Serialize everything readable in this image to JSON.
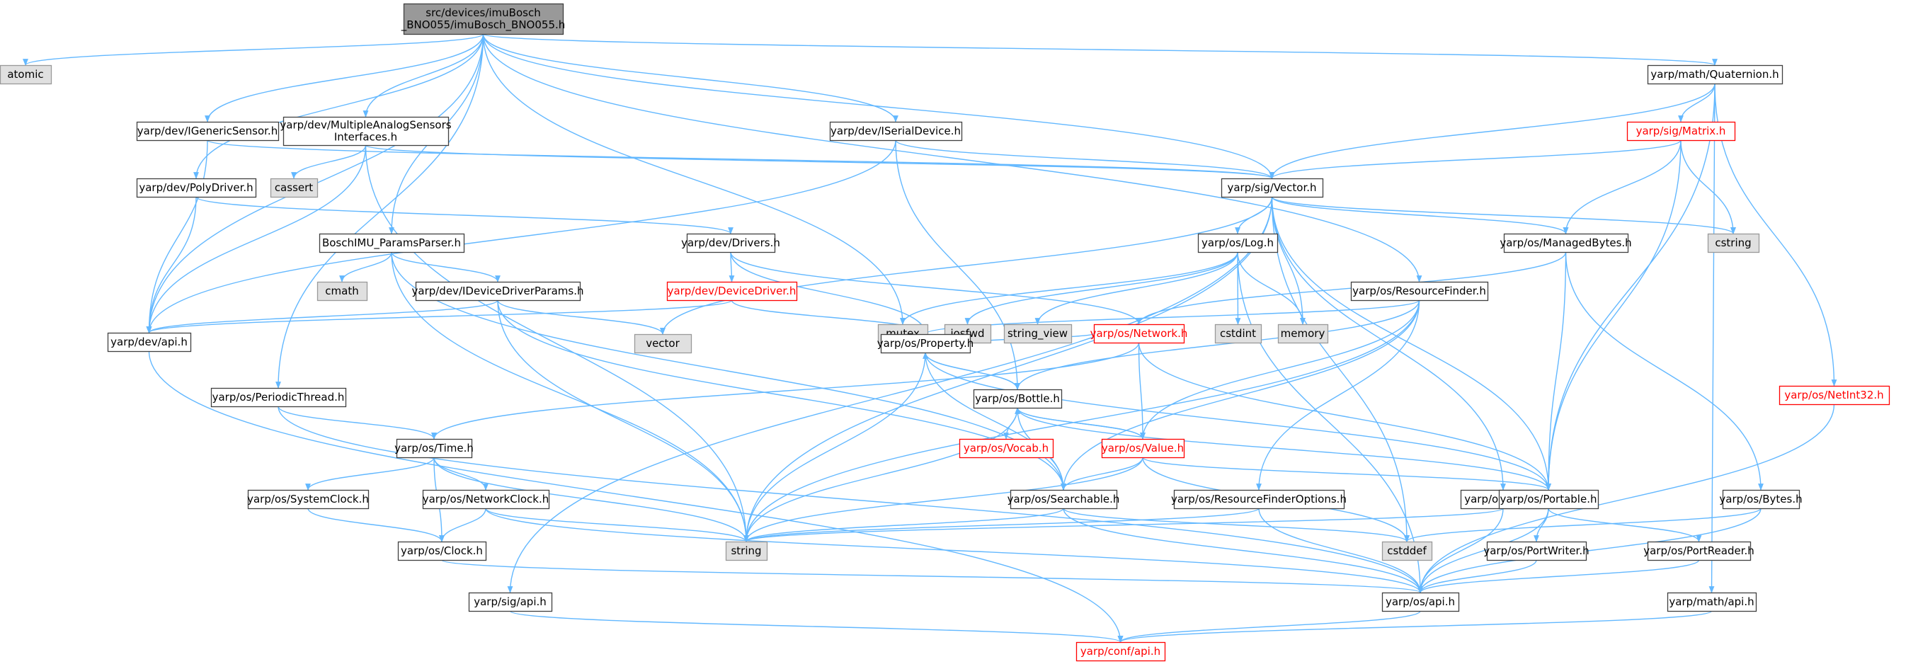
{
  "colors": {
    "edge": "#63b8ff",
    "root_fill": "#999999",
    "default_border": "#404040",
    "red_border": "#ff0000",
    "red_text": "#ff0000",
    "gray_fill": "#e0e0e0",
    "gray_border": "#999999",
    "white_fill": "#ffffff",
    "text": "#000000"
  },
  "nodes": [
    {
      "id": "root",
      "lines": [
        "src/devices/imuBosch",
        "_BNO055/imuBosch_BNO055.h"
      ],
      "style": "root"
    },
    {
      "id": "atomic",
      "lines": [
        "atomic"
      ],
      "style": "gray"
    },
    {
      "id": "igs",
      "lines": [
        "yarp/dev/IGenericSensor.h"
      ],
      "style": "normal"
    },
    {
      "id": "masi",
      "lines": [
        "yarp/dev/MultipleAnalogSensors",
        "Interfaces.h"
      ],
      "style": "normal"
    },
    {
      "id": "isd",
      "lines": [
        "yarp/dev/ISerialDevice.h"
      ],
      "style": "normal"
    },
    {
      "id": "quat",
      "lines": [
        "yarp/math/Quaternion.h"
      ],
      "style": "normal"
    },
    {
      "id": "matrix",
      "lines": [
        "yarp/sig/Matrix.h"
      ],
      "style": "red"
    },
    {
      "id": "cassert",
      "lines": [
        "cassert"
      ],
      "style": "gray"
    },
    {
      "id": "polydrv",
      "lines": [
        "yarp/dev/PolyDriver.h"
      ],
      "style": "normal"
    },
    {
      "id": "vector",
      "lines": [
        "yarp/sig/Vector.h"
      ],
      "style": "normal"
    },
    {
      "id": "cstring",
      "lines": [
        "cstring"
      ],
      "style": "gray"
    },
    {
      "id": "bpp",
      "lines": [
        "BoschIMU_ParamsParser.h"
      ],
      "style": "normal"
    },
    {
      "id": "drivers",
      "lines": [
        "yarp/dev/Drivers.h"
      ],
      "style": "normal"
    },
    {
      "id": "log",
      "lines": [
        "yarp/os/Log.h"
      ],
      "style": "normal"
    },
    {
      "id": "managed",
      "lines": [
        "yarp/os/ManagedBytes.h"
      ],
      "style": "normal"
    },
    {
      "id": "cmath",
      "lines": [
        "cmath"
      ],
      "style": "gray"
    },
    {
      "id": "iddp",
      "lines": [
        "yarp/dev/IDeviceDriverParams.h"
      ],
      "style": "normal"
    },
    {
      "id": "devdrv",
      "lines": [
        "yarp/dev/DeviceDriver.h"
      ],
      "style": "red"
    },
    {
      "id": "mutex",
      "lines": [
        "mutex"
      ],
      "style": "gray"
    },
    {
      "id": "iosfwd",
      "lines": [
        "iosfwd"
      ],
      "style": "gray"
    },
    {
      "id": "strview",
      "lines": [
        "string_view"
      ],
      "style": "gray"
    },
    {
      "id": "network",
      "lines": [
        "yarp/os/Network.h"
      ],
      "style": "red"
    },
    {
      "id": "cstdint",
      "lines": [
        "cstdint"
      ],
      "style": "gray"
    },
    {
      "id": "memory",
      "lines": [
        "memory"
      ],
      "style": "gray"
    },
    {
      "id": "resfinder",
      "lines": [
        "yarp/os/ResourceFinder.h"
      ],
      "style": "normal"
    },
    {
      "id": "devapi",
      "lines": [
        "yarp/dev/api.h"
      ],
      "style": "normal"
    },
    {
      "id": "vectorstd",
      "lines": [
        "vector"
      ],
      "style": "gray"
    },
    {
      "id": "property",
      "lines": [
        "yarp/os/Property.h"
      ],
      "style": "normal"
    },
    {
      "id": "netint32",
      "lines": [
        "yarp/os/NetInt32.h"
      ],
      "style": "red"
    },
    {
      "id": "periodic",
      "lines": [
        "yarp/os/PeriodicThread.h"
      ],
      "style": "normal"
    },
    {
      "id": "bottle",
      "lines": [
        "yarp/os/Bottle.h"
      ],
      "style": "normal"
    },
    {
      "id": "time",
      "lines": [
        "yarp/os/Time.h"
      ],
      "style": "normal"
    },
    {
      "id": "vocab",
      "lines": [
        "yarp/os/Vocab.h"
      ],
      "style": "red"
    },
    {
      "id": "value",
      "lines": [
        "yarp/os/Value.h"
      ],
      "style": "red"
    },
    {
      "id": "sysclock",
      "lines": [
        "yarp/os/SystemClock.h"
      ],
      "style": "normal"
    },
    {
      "id": "netclock",
      "lines": [
        "yarp/os/NetworkClock.h"
      ],
      "style": "normal"
    },
    {
      "id": "searchable",
      "lines": [
        "yarp/os/Searchable.h"
      ],
      "style": "normal"
    },
    {
      "id": "rfopts",
      "lines": [
        "yarp/os/ResourceFinderOptions.h"
      ],
      "style": "normal"
    },
    {
      "id": "type",
      "lines": [
        "yarp/os/Type.h"
      ],
      "style": "normal"
    },
    {
      "id": "portable",
      "lines": [
        "yarp/os/Portable.h"
      ],
      "style": "normal"
    },
    {
      "id": "bytes",
      "lines": [
        "yarp/os/Bytes.h"
      ],
      "style": "normal"
    },
    {
      "id": "string",
      "lines": [
        "string"
      ],
      "style": "gray"
    },
    {
      "id": "cstddef",
      "lines": [
        "cstddef"
      ],
      "style": "gray"
    },
    {
      "id": "clock",
      "lines": [
        "yarp/os/Clock.h"
      ],
      "style": "normal"
    },
    {
      "id": "portwriter",
      "lines": [
        "yarp/os/PortWriter.h"
      ],
      "style": "normal"
    },
    {
      "id": "portreader",
      "lines": [
        "yarp/os/PortReader.h"
      ],
      "style": "normal"
    },
    {
      "id": "osapi",
      "lines": [
        "yarp/os/api.h"
      ],
      "style": "normal"
    },
    {
      "id": "sigapi",
      "lines": [
        "yarp/sig/api.h"
      ],
      "style": "normal"
    },
    {
      "id": "mathapi",
      "lines": [
        "yarp/math/api.h"
      ],
      "style": "normal"
    },
    {
      "id": "confapi",
      "lines": [
        "yarp/conf/api.h"
      ],
      "style": "red"
    }
  ],
  "edges": [
    [
      "root",
      "atomic"
    ],
    [
      "root",
      "igs"
    ],
    [
      "root",
      "masi"
    ],
    [
      "root",
      "isd"
    ],
    [
      "root",
      "quat"
    ],
    [
      "root",
      "polydrv"
    ],
    [
      "root",
      "vector"
    ],
    [
      "root",
      "bpp"
    ],
    [
      "root",
      "mutex"
    ],
    [
      "root",
      "resfinder"
    ],
    [
      "root",
      "periodic"
    ],
    [
      "root",
      "devapi"
    ],
    [
      "quat",
      "matrix"
    ],
    [
      "quat",
      "vector"
    ],
    [
      "quat",
      "portable"
    ],
    [
      "quat",
      "netint32"
    ],
    [
      "quat",
      "mathapi"
    ],
    [
      "matrix",
      "vector"
    ],
    [
      "matrix",
      "cstring"
    ],
    [
      "matrix",
      "managed"
    ],
    [
      "matrix",
      "portable"
    ],
    [
      "masi",
      "cassert"
    ],
    [
      "masi",
      "vector"
    ],
    [
      "masi",
      "devapi"
    ],
    [
      "masi",
      "string"
    ],
    [
      "igs",
      "devapi"
    ],
    [
      "igs",
      "vector"
    ],
    [
      "isd",
      "vector"
    ],
    [
      "isd",
      "bottle"
    ],
    [
      "isd",
      "devapi"
    ],
    [
      "polydrv",
      "drivers"
    ],
    [
      "polydrv",
      "devapi"
    ],
    [
      "vector",
      "log"
    ],
    [
      "vector",
      "managed"
    ],
    [
      "vector",
      "cstring"
    ],
    [
      "vector",
      "memory"
    ],
    [
      "vector",
      "type"
    ],
    [
      "vector",
      "portable"
    ],
    [
      "vector",
      "cstddef"
    ],
    [
      "vector",
      "string"
    ],
    [
      "vector",
      "vectorstd"
    ],
    [
      "vector",
      "sigapi"
    ],
    [
      "bpp",
      "cmath"
    ],
    [
      "bpp",
      "iddp"
    ],
    [
      "bpp",
      "string"
    ],
    [
      "bpp",
      "searchable"
    ],
    [
      "drivers",
      "devdrv"
    ],
    [
      "drivers",
      "property"
    ],
    [
      "drivers",
      "network"
    ],
    [
      "log",
      "mutex"
    ],
    [
      "log",
      "iosfwd"
    ],
    [
      "log",
      "strview"
    ],
    [
      "log",
      "cstdint"
    ],
    [
      "log",
      "memory"
    ],
    [
      "log",
      "osapi"
    ],
    [
      "managed",
      "network"
    ],
    [
      "managed",
      "portable"
    ],
    [
      "managed",
      "bytes"
    ],
    [
      "iddp",
      "vectorstd"
    ],
    [
      "iddp",
      "devapi"
    ],
    [
      "iddp",
      "string"
    ],
    [
      "iddp",
      "searchable"
    ],
    [
      "devdrv",
      "devapi"
    ],
    [
      "devdrv",
      "property"
    ],
    [
      "network",
      "property"
    ],
    [
      "network",
      "time"
    ],
    [
      "network",
      "value"
    ],
    [
      "network",
      "portable"
    ],
    [
      "resfinder",
      "property"
    ],
    [
      "resfinder",
      "bottle"
    ],
    [
      "resfinder",
      "value"
    ],
    [
      "resfinder",
      "searchable"
    ],
    [
      "resfinder",
      "rfopts"
    ],
    [
      "resfinder",
      "string"
    ],
    [
      "devapi",
      "confapi"
    ],
    [
      "property",
      "bottle"
    ],
    [
      "property",
      "searchable"
    ],
    [
      "property",
      "portable"
    ],
    [
      "property",
      "string"
    ],
    [
      "bottle",
      "property"
    ],
    [
      "bottle",
      "vocab"
    ],
    [
      "bottle",
      "value"
    ],
    [
      "bottle",
      "searchable"
    ],
    [
      "bottle",
      "portable"
    ],
    [
      "bottle",
      "string"
    ],
    [
      "value",
      "bottle"
    ],
    [
      "value",
      "searchable"
    ],
    [
      "value",
      "portable"
    ],
    [
      "value",
      "string"
    ],
    [
      "value",
      "cstddef"
    ],
    [
      "periodic",
      "time"
    ],
    [
      "periodic",
      "osapi"
    ],
    [
      "time",
      "sysclock"
    ],
    [
      "time",
      "netclock"
    ],
    [
      "time",
      "clock"
    ],
    [
      "time",
      "string"
    ],
    [
      "sysclock",
      "clock"
    ],
    [
      "netclock",
      "clock"
    ],
    [
      "netclock",
      "string"
    ],
    [
      "netclock",
      "osapi"
    ],
    [
      "searchable",
      "string"
    ],
    [
      "searchable",
      "osapi"
    ],
    [
      "searchable",
      "cstddef"
    ],
    [
      "rfopts",
      "string"
    ],
    [
      "rfopts",
      "osapi"
    ],
    [
      "type",
      "string"
    ],
    [
      "type",
      "osapi"
    ],
    [
      "portable",
      "portwriter"
    ],
    [
      "portable",
      "portreader"
    ],
    [
      "portable",
      "osapi"
    ],
    [
      "bytes",
      "cstddef"
    ],
    [
      "bytes",
      "osapi"
    ],
    [
      "clock",
      "osapi"
    ],
    [
      "portwriter",
      "osapi"
    ],
    [
      "portreader",
      "osapi"
    ],
    [
      "netint32",
      "osapi"
    ],
    [
      "osapi",
      "confapi"
    ],
    [
      "sigapi",
      "confapi"
    ],
    [
      "mathapi",
      "confapi"
    ]
  ]
}
